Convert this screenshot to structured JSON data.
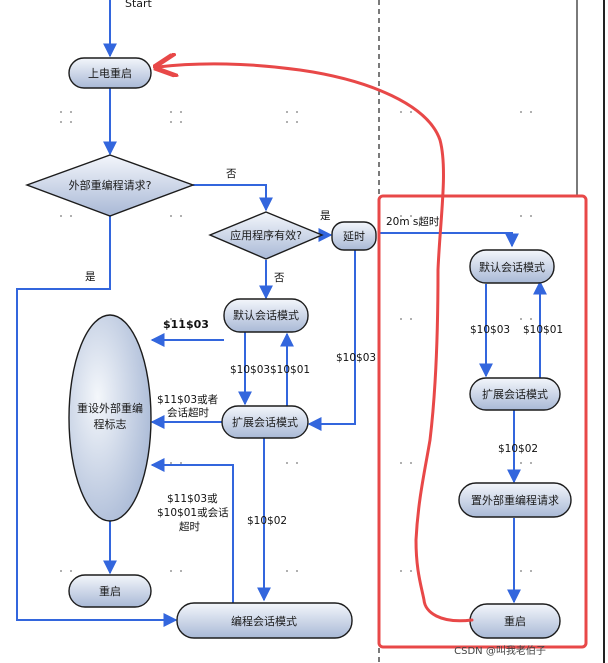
{
  "start_label": "Start",
  "nodes": {
    "power_on_reset": "上电重启",
    "ext_reprogram_req": "外部重编程请求?",
    "app_valid": "应用程序有效?",
    "delay": "延时",
    "default_session_left": "默认会话模式",
    "extended_session_left": "扩展会话模式",
    "reset_flag": [
      "重设外部重编",
      "程标志"
    ],
    "restart_left": "重启",
    "programming_session": "编程会话模式",
    "default_session_right": "默认会话模式",
    "extended_session_right": "扩展会话模式",
    "set_ext_reprogram_req": "置外部重编程请求",
    "restart_right": "重启"
  },
  "edge_labels": {
    "no_1": "否",
    "yes_1": "是",
    "no_2": "否",
    "yes_2": "是",
    "s11_03": "$11$03",
    "s10_03_a": "$10$03",
    "s10_01_a": "$10$01",
    "s10_03_delay": "$10$03",
    "s11_03_or_timeout": [
      "$11$03或者",
      "会话超时"
    ],
    "s11_03_or_10_01_timeout": [
      "$11$03或",
      "$10$01或会话",
      "超时"
    ],
    "s10_02_a": "$10$02",
    "timeout_20ms": "20m s超时",
    "s10_03_b": "$10$03",
    "s10_01_b": "$10$01",
    "s10_02_b": "$10$02"
  },
  "watermark": "CSDN @叫我老伯子",
  "colors": {
    "flow_blue": "#3366dd",
    "annotation_red": "#e84848",
    "node_fill_light": "#e8edf6",
    "node_fill_dark": "#a9b9d6",
    "node_stroke": "#1c1c1c"
  }
}
